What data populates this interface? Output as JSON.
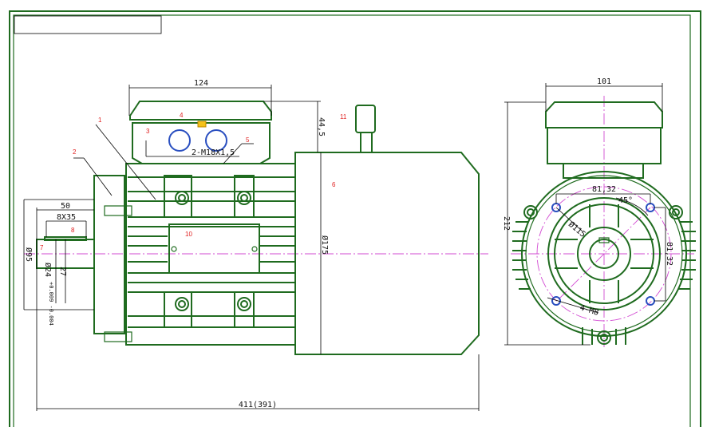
{
  "drawing": {
    "side_view": {
      "dimensions": {
        "terminal_box_width": "124",
        "terminal_box_height": "44,5",
        "shaft_length": "50",
        "key_size": "8X35",
        "flange_dia": "Ø95",
        "key_height": "27",
        "shaft_dia": "Ø24",
        "shaft_tol": "+0.009 -0.004",
        "body_dia": "Ø175",
        "overall_length": "411(391)",
        "cable_gland": "2-M18X1,5"
      },
      "part_numbers": [
        "1",
        "2",
        "3",
        "4",
        "5",
        "6",
        "7",
        "8",
        "10",
        "11"
      ]
    },
    "front_view": {
      "dimensions": {
        "box_width": "101",
        "height": "212",
        "hole_spacing_h": "81,32",
        "hole_spacing_v": "81,32",
        "angle": "45°",
        "pcd": "Ø115",
        "holes": "4-M8"
      }
    }
  },
  "colors": {
    "outline": "#1f6b1f",
    "dimension": "#000000",
    "centerline": "#d24bd2",
    "thread": "#2a4fc0",
    "callout": "#e02020"
  }
}
